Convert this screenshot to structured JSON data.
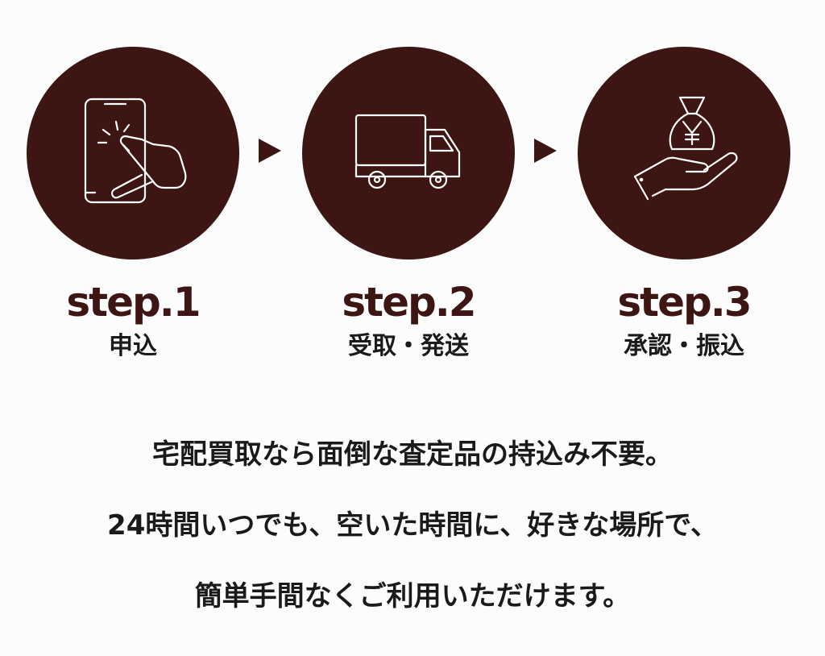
{
  "steps": [
    {
      "title": "step.1",
      "subtitle": "申込",
      "icon": "smartphone-tap-icon"
    },
    {
      "title": "step.2",
      "subtitle": "受取・発送",
      "icon": "delivery-truck-icon"
    },
    {
      "title": "step.3",
      "subtitle": "承認・振込",
      "icon": "yen-money-bag-hand-icon"
    }
  ],
  "message": {
    "line1": "宅配買取なら面倒な査定品の持込み不要。",
    "line2": "24時間いつでも、空いた時間に、好きな場所で、",
    "line3": "簡単手間なくご利用いただけます。"
  },
  "colors": {
    "circle": "#3d1614",
    "step_title": "#3d1614",
    "text": "#1a1a1a",
    "background": "#fcfcfc",
    "icon_stroke": "#ffffff"
  }
}
